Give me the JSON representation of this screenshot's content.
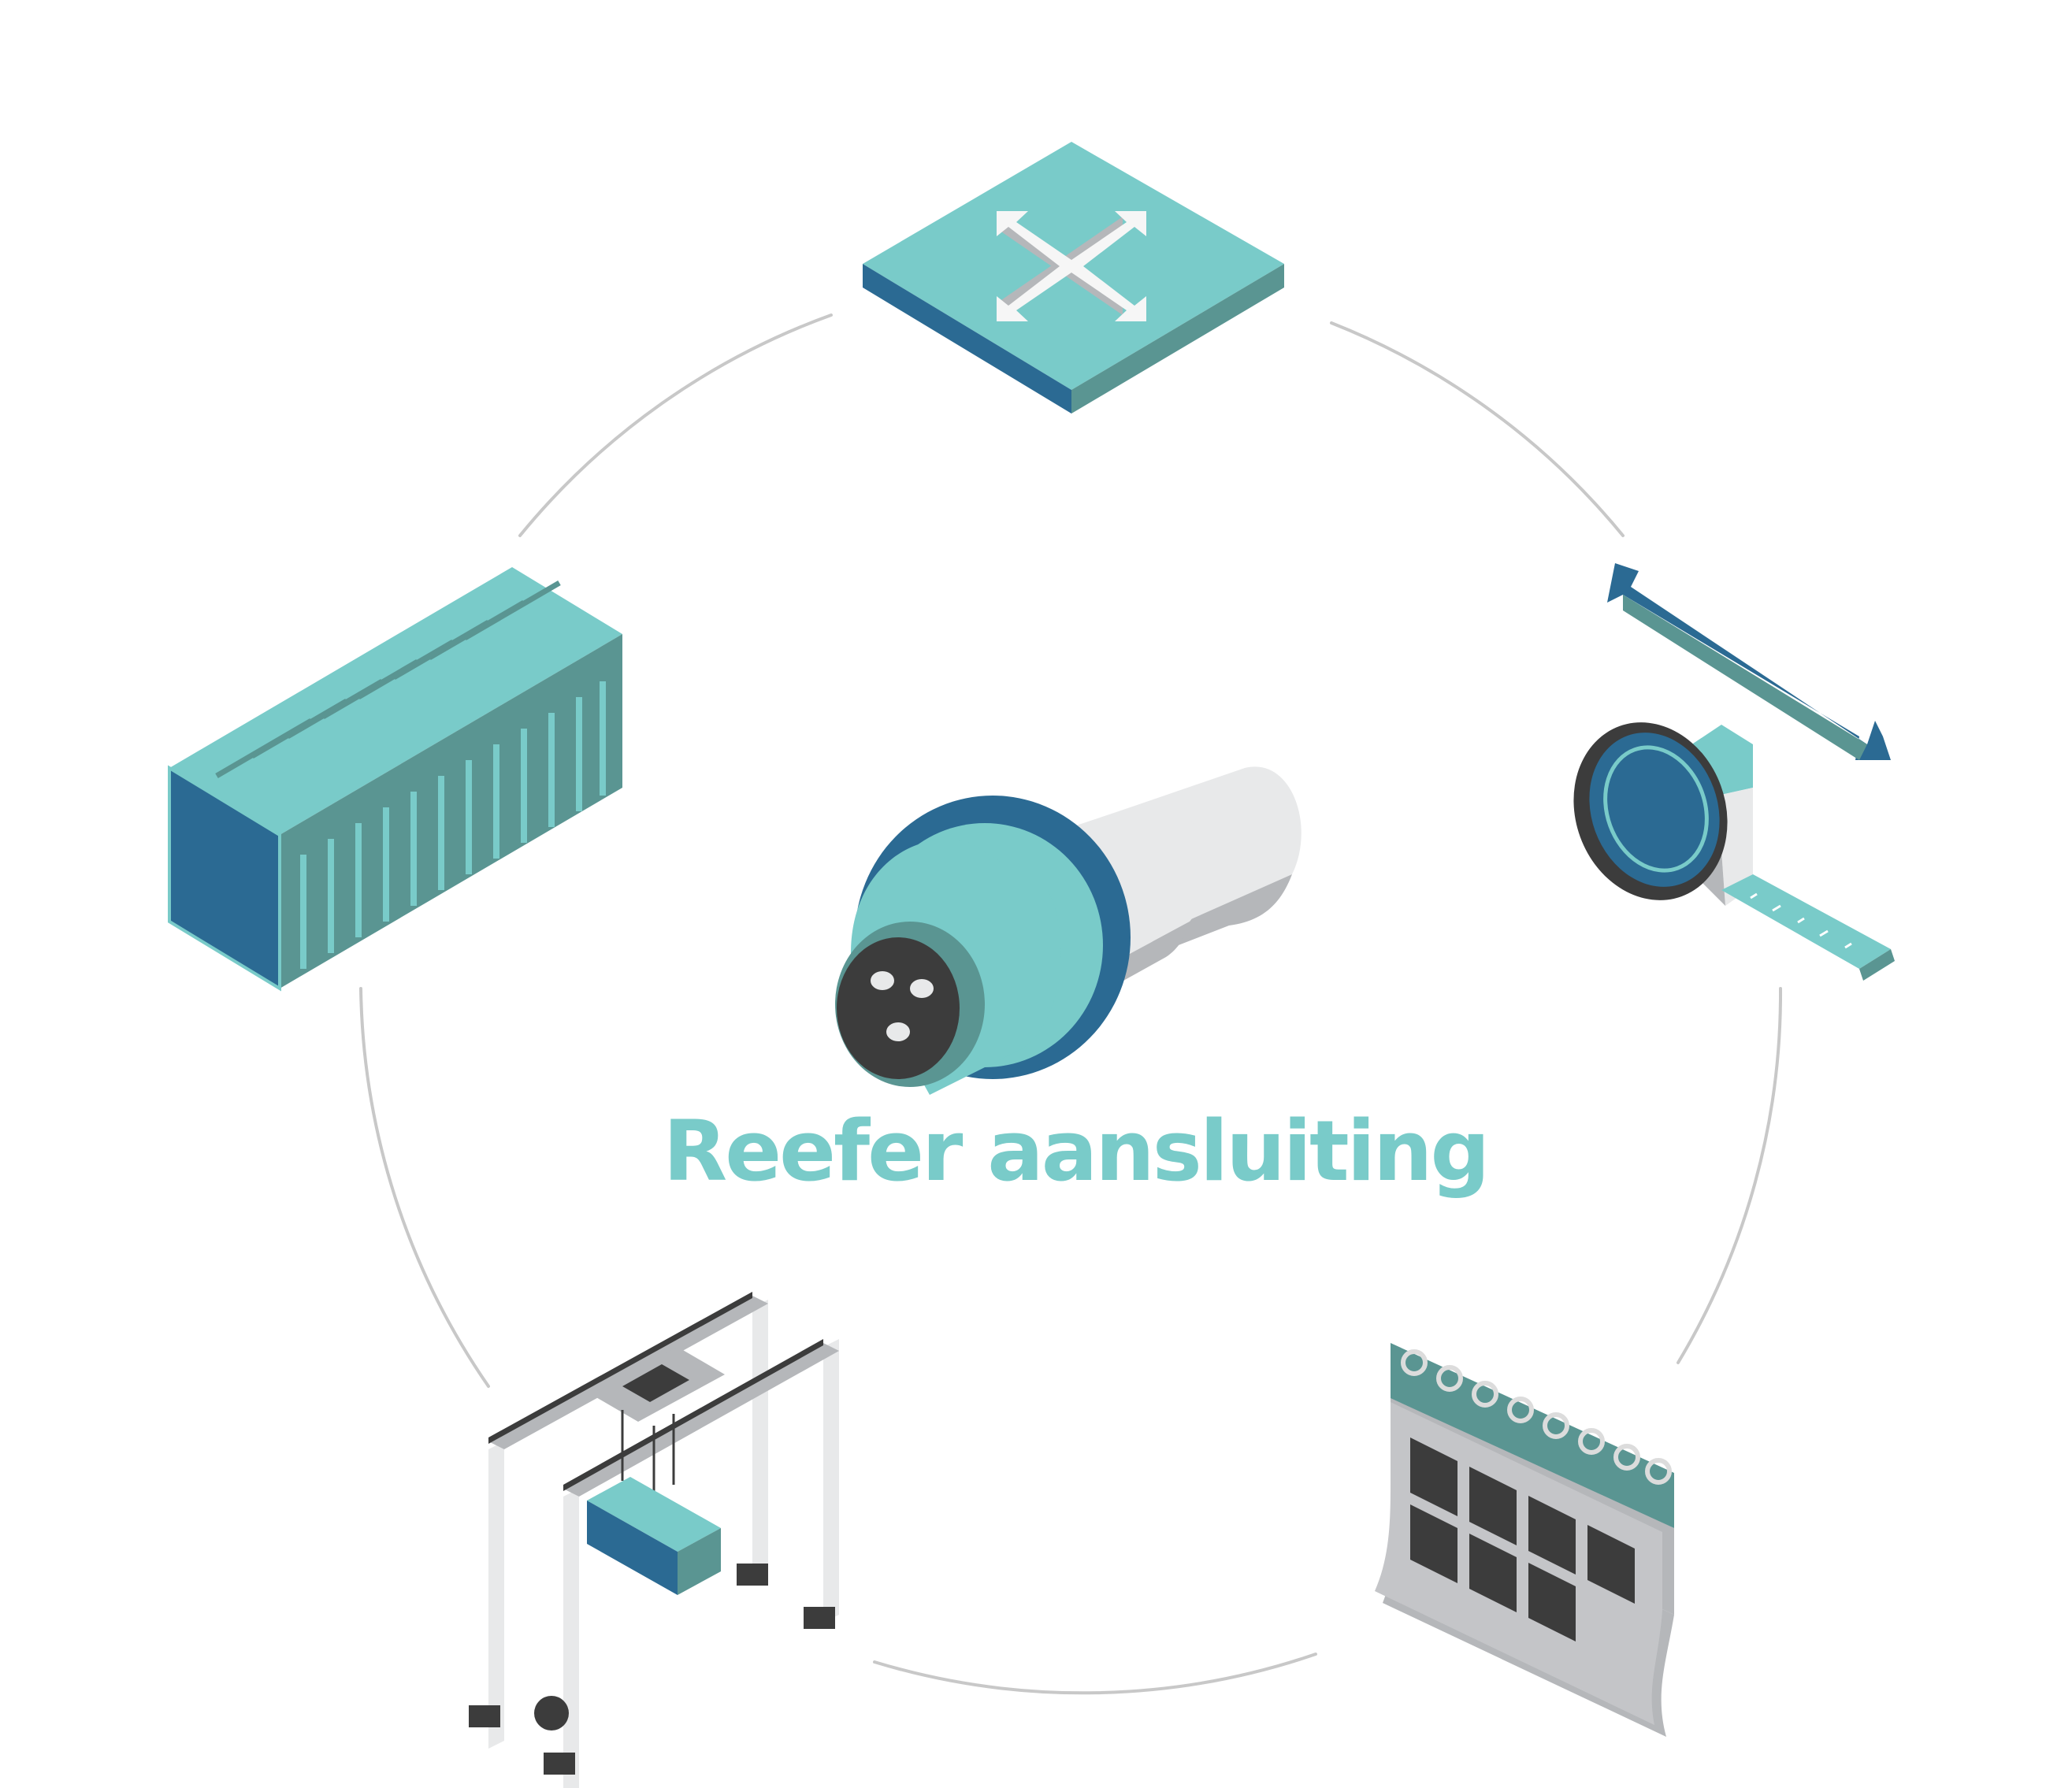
{
  "title": "Reefer aansluiting",
  "colors": {
    "teal_light": "#79cbc9",
    "teal_mid": "#5a9592",
    "teal_dark": "#2b6a93",
    "title": "#79cbc9",
    "ring": "#c8c8c8",
    "grey_light": "#e8e9ea",
    "grey_mid": "#b5b7ba",
    "grey_dark": "#3c3c3c"
  },
  "nodes": [
    {
      "id": "top",
      "icon": "floor-plate-move-arrows-icon"
    },
    {
      "id": "right",
      "icon": "measuring-tape-length-icon"
    },
    {
      "id": "bottom-right",
      "icon": "calendar-icon"
    },
    {
      "id": "bottom-left",
      "icon": "gantry-crane-icon"
    },
    {
      "id": "left",
      "icon": "shipping-container-icon"
    }
  ],
  "center": {
    "icon": "reefer-power-plug-icon"
  }
}
